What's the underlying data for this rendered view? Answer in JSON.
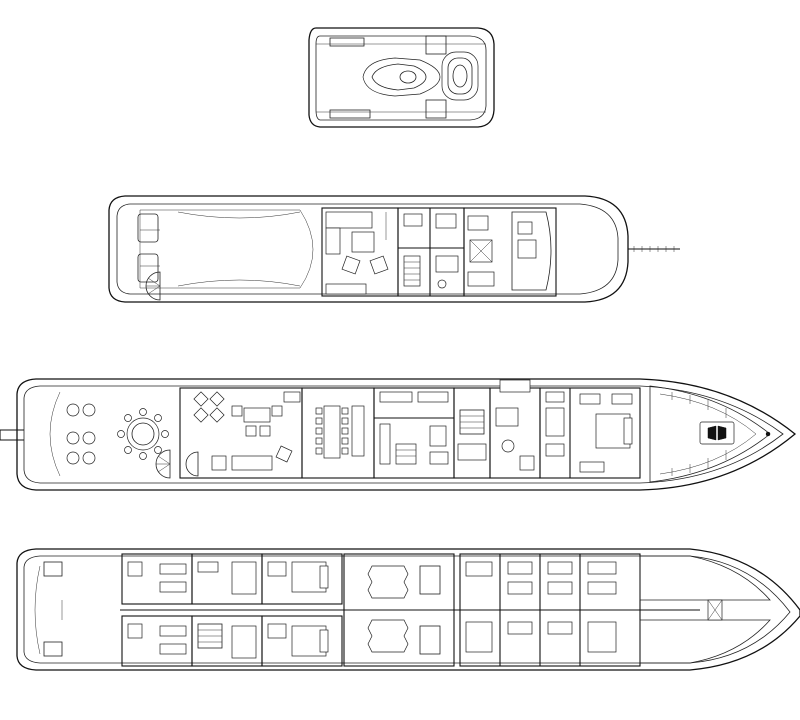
{
  "drawing": {
    "type": "yacht general arrangement",
    "colors": {
      "line": "#111111",
      "background": "#ffffff"
    },
    "decks": [
      {
        "id": "sun-deck",
        "order": 1
      },
      {
        "id": "bridge-deck",
        "order": 2
      },
      {
        "id": "main-deck",
        "order": 3
      },
      {
        "id": "lower-deck",
        "order": 4
      }
    ]
  }
}
